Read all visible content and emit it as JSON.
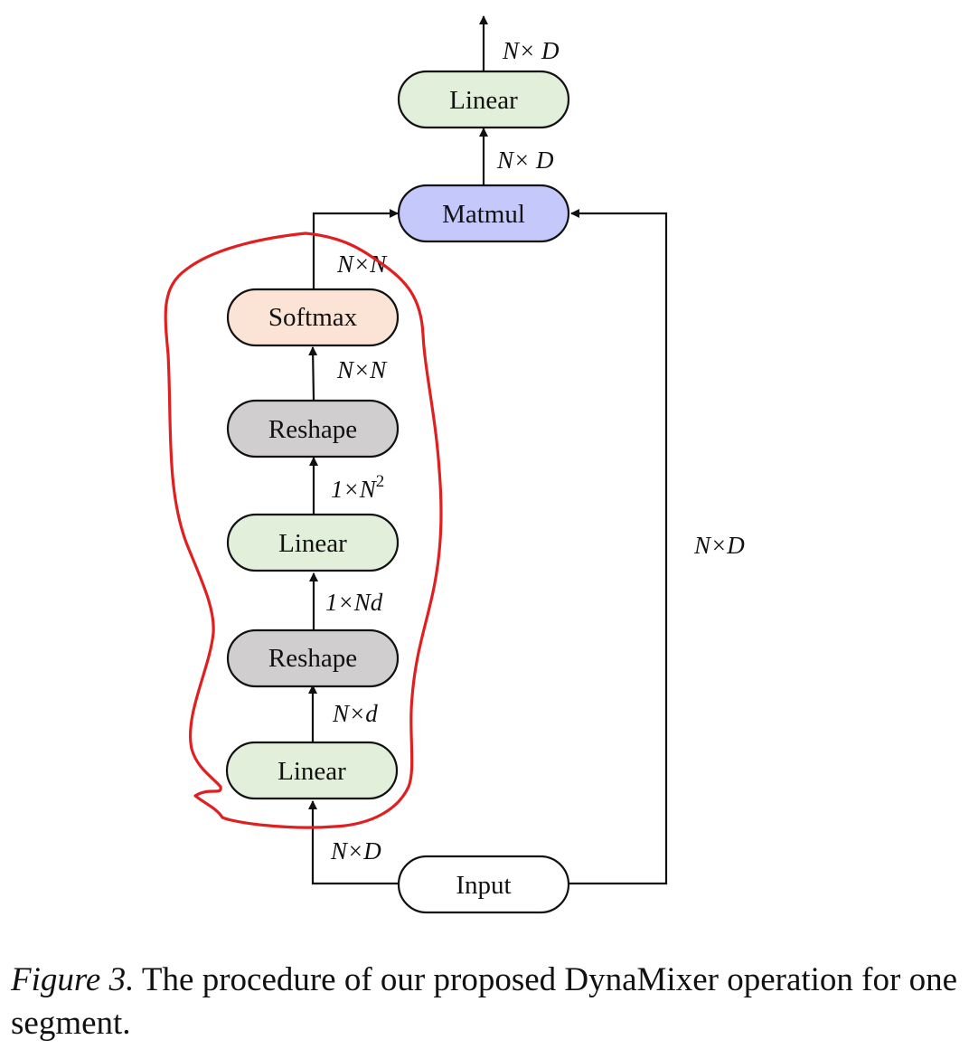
{
  "nodes": {
    "linear_top": {
      "label": "Linear",
      "fill": "#e2efda"
    },
    "matmul": {
      "label": "Matmul",
      "fill": "#c5c8fb"
    },
    "softmax": {
      "label": "Softmax",
      "fill": "#fbe3d6"
    },
    "reshape_upper": {
      "label": "Reshape",
      "fill": "#d0cece"
    },
    "linear_mid": {
      "label": "Linear",
      "fill": "#e2efda"
    },
    "reshape_lower": {
      "label": "Reshape",
      "fill": "#d0cece"
    },
    "linear_bottom": {
      "label": "Linear",
      "fill": "#e2efda"
    },
    "input": {
      "label": "Input",
      "fill": "#ffffff"
    }
  },
  "dims": {
    "output": "N× D",
    "matmul_to_linear": "N× D",
    "softmax_out": "N×N",
    "reshape_to_softmax": "N×N",
    "linear_to_reshape": "1×N",
    "linear_to_reshape_sup": "2",
    "reshape_to_linear": "1×Nd",
    "linear_to_reshape_lower": "N×d",
    "input_to_linear": "N×D",
    "skip": "N×D"
  },
  "caption": {
    "figure_label": "Figure 3.",
    "text": " The procedure of our proposed DynaMixer operation for one segment."
  },
  "colors": {
    "stroke": "#111111",
    "highlight": "#e02020"
  }
}
